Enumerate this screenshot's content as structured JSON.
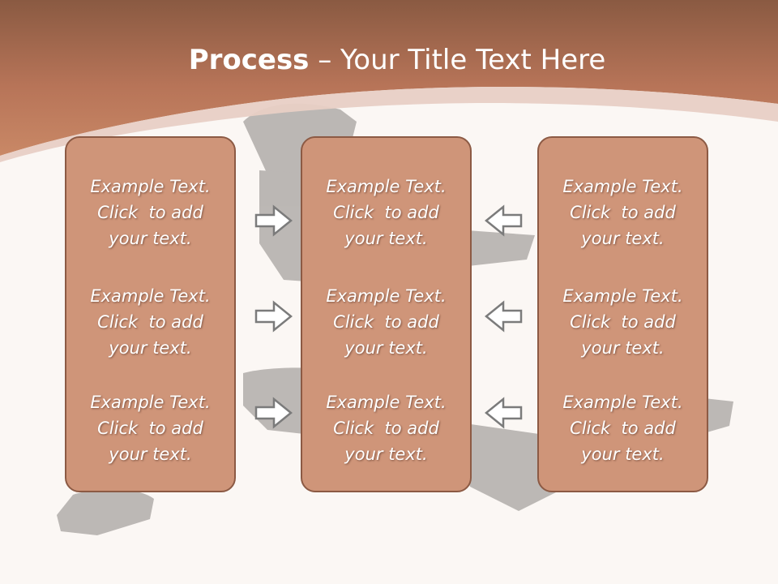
{
  "title": {
    "bold": "Process",
    "rest": " – Your Title Text Here"
  },
  "colors": {
    "header": "#b77458",
    "box_fill": "#cf9579",
    "box_border": "#8c5a44",
    "background": "#fbf7f4",
    "arrow_stroke": "#7b7b7b"
  },
  "columns": [
    {
      "items": [
        [
          "Example Text.",
          "Click  to add",
          "your text."
        ],
        [
          "Example Text.",
          "Click  to add",
          "your text."
        ],
        [
          "Example Text.",
          "Click  to add",
          "your text."
        ]
      ]
    },
    {
      "items": [
        [
          "Example Text.",
          "Click  to add",
          "your text."
        ],
        [
          "Example Text.",
          "Click  to add",
          "your text."
        ],
        [
          "Example Text.",
          "Click  to add",
          "your text."
        ]
      ]
    },
    {
      "items": [
        [
          "Example Text.",
          "Click  to add",
          "your text."
        ],
        [
          "Example Text.",
          "Click  to add",
          "your text."
        ],
        [
          "Example Text.",
          "Click  to add",
          "your text."
        ]
      ]
    }
  ],
  "arrows": {
    "left_to_center": [
      "arrow-right-icon",
      "arrow-right-icon",
      "arrow-right-icon"
    ],
    "right_to_center": [
      "arrow-left-icon",
      "arrow-left-icon",
      "arrow-left-icon"
    ]
  }
}
